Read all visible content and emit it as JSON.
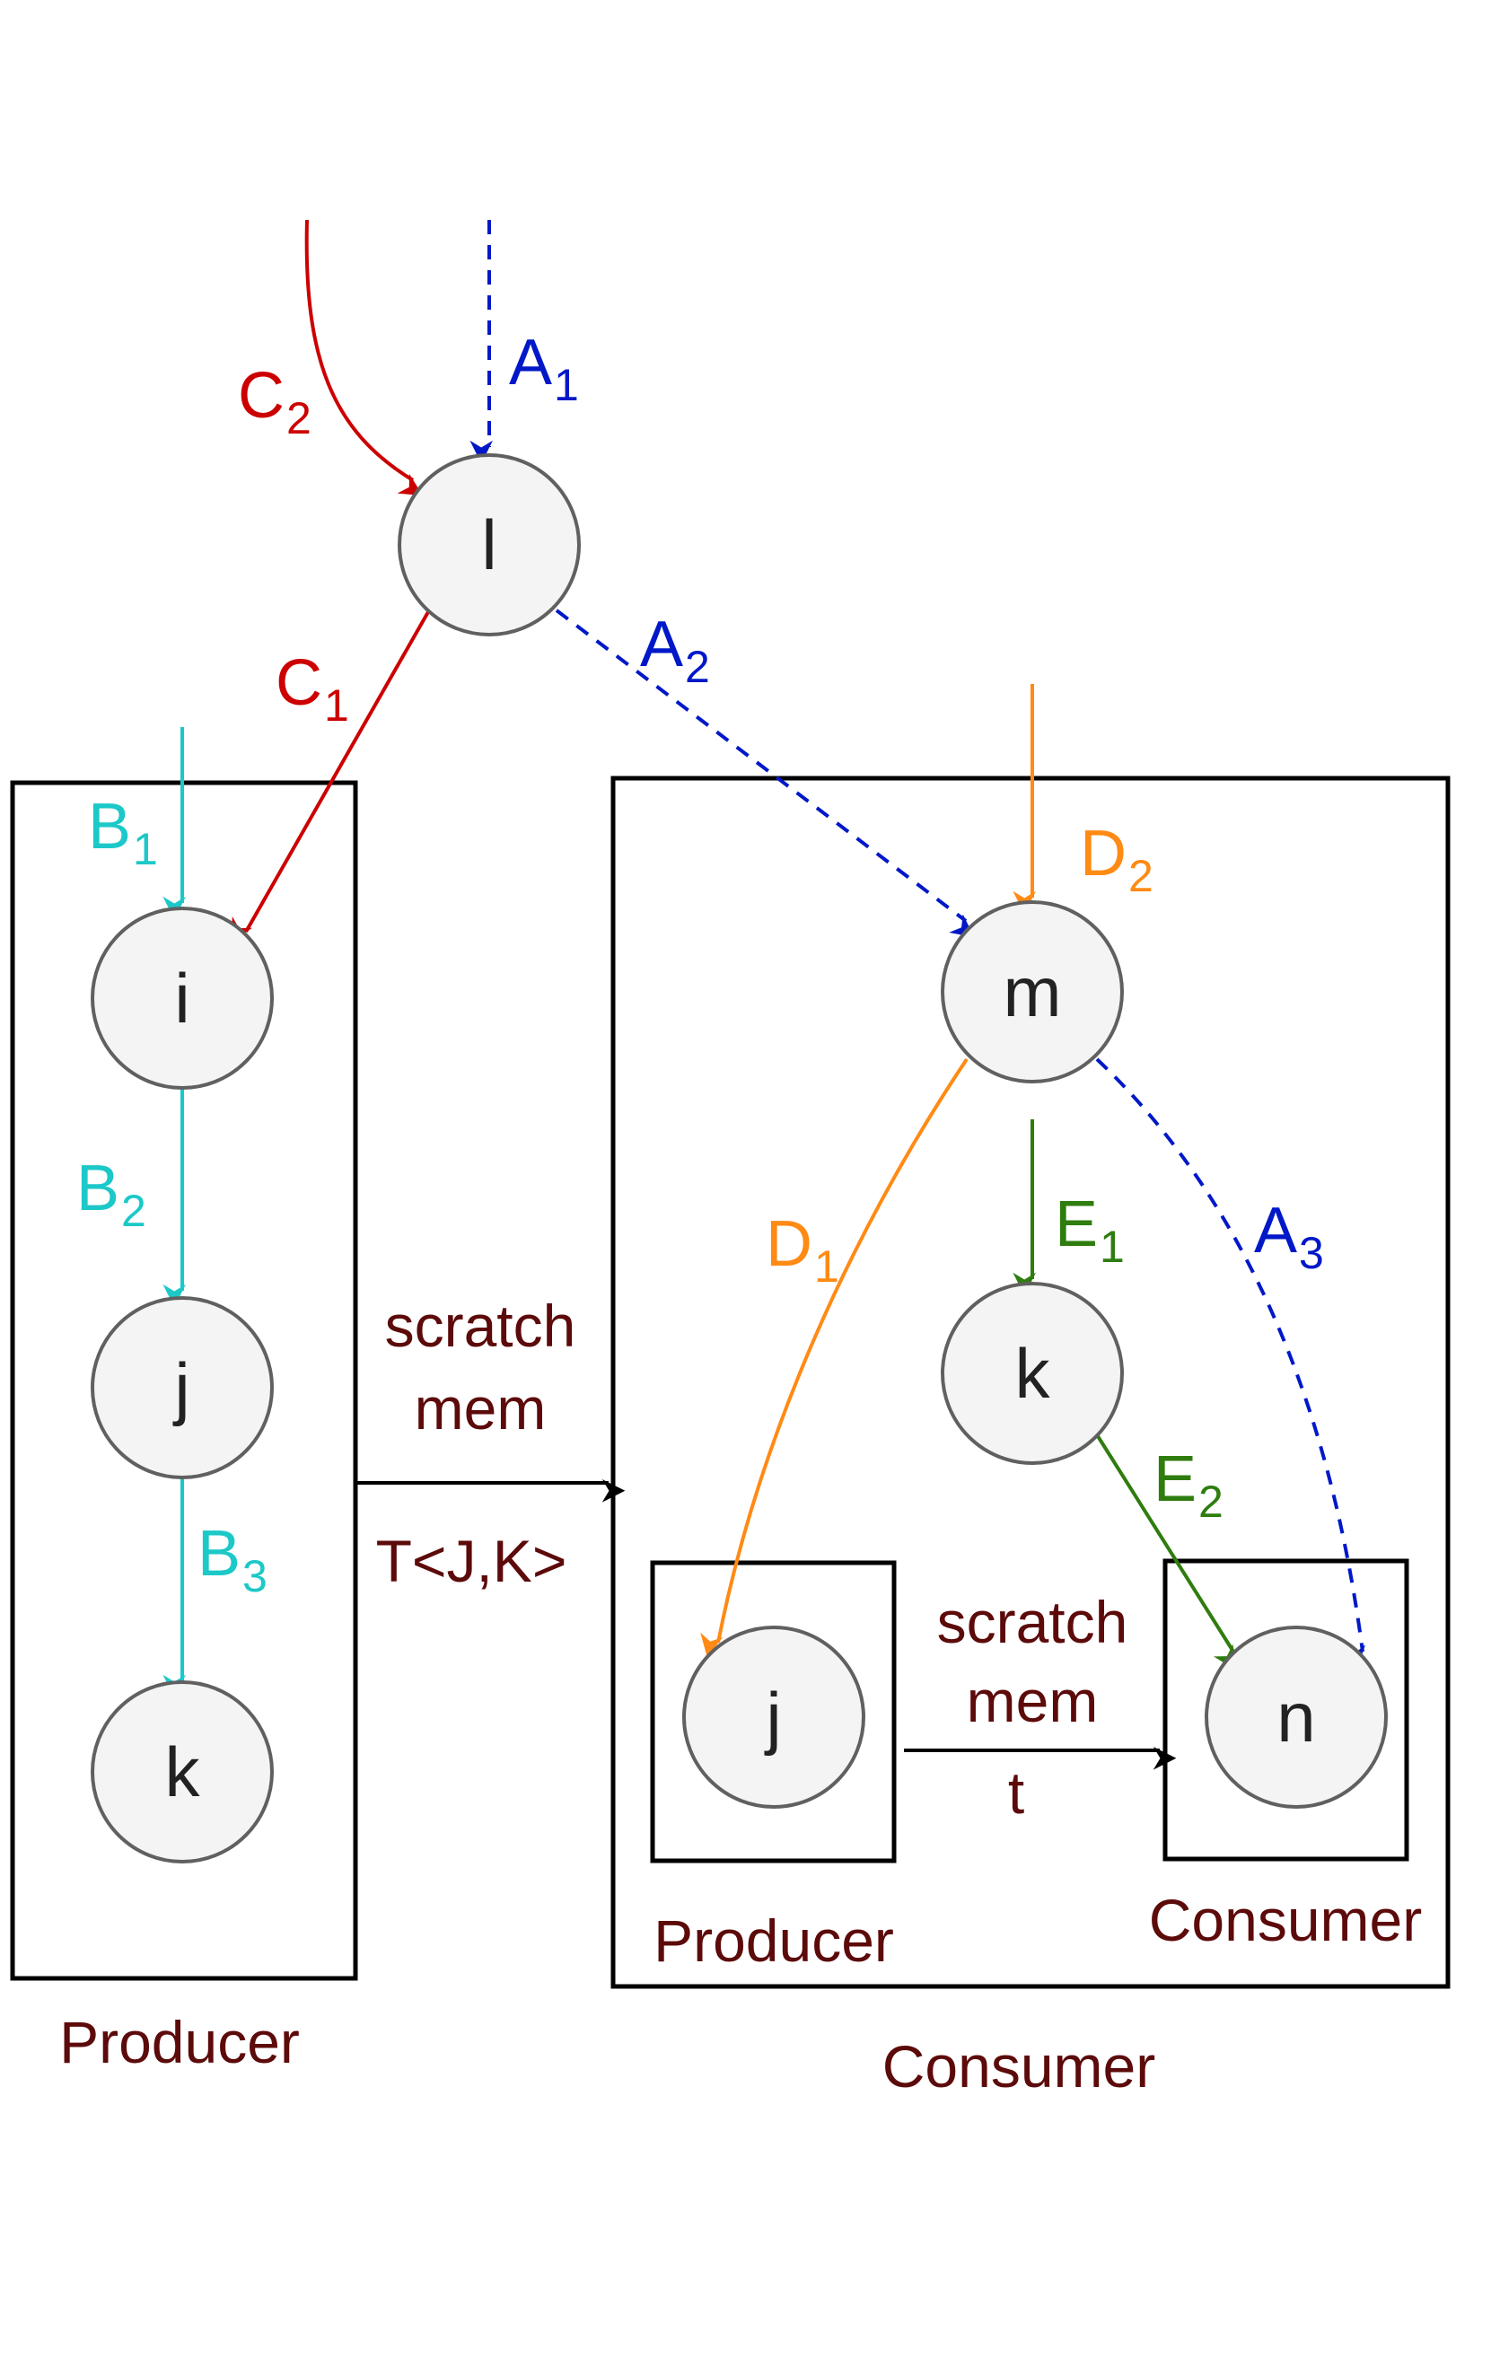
{
  "colors": {
    "red": "#cc0000",
    "blue": "#0018c8",
    "cyan": "#1cc8c8",
    "orange": "#ff8a14",
    "green": "#2e7d0e",
    "black": "#000000",
    "maroon": "#5c0a0a"
  },
  "nodes": {
    "l": "l",
    "i": "i",
    "j_left": "j",
    "k_left": "k",
    "m": "m",
    "k_right": "k",
    "j_inner": "j",
    "n": "n"
  },
  "edges": {
    "A1": {
      "letter": "A",
      "sub": "1"
    },
    "A2": {
      "letter": "A",
      "sub": "2"
    },
    "A3": {
      "letter": "A",
      "sub": "3"
    },
    "B1": {
      "letter": "B",
      "sub": "1"
    },
    "B2": {
      "letter": "B",
      "sub": "2"
    },
    "B3": {
      "letter": "B",
      "sub": "3"
    },
    "C1": {
      "letter": "C",
      "sub": "1"
    },
    "C2": {
      "letter": "C",
      "sub": "2"
    },
    "D1": {
      "letter": "D",
      "sub": "1"
    },
    "D2": {
      "letter": "D",
      "sub": "2"
    },
    "E1": {
      "letter": "E",
      "sub": "1"
    },
    "E2": {
      "letter": "E",
      "sub": "2"
    }
  },
  "boxes": {
    "left_producer": "Producer",
    "right_consumer": "Consumer",
    "inner_producer": "Producer",
    "inner_consumer": "Consumer"
  },
  "transfer_outer": {
    "line1": "scratch",
    "line2": "mem",
    "type": "T<J,K>"
  },
  "transfer_inner": {
    "line1": "scratch",
    "line2": "mem",
    "type": "t"
  }
}
